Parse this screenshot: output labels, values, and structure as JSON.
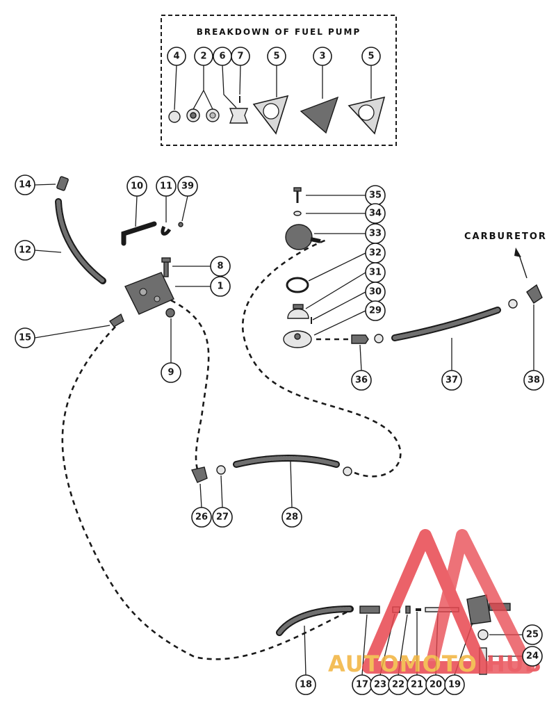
{
  "breakdown_title": "BREAKDOWN OF FUEL PUMP",
  "carburetor_label": "CARBURETOR",
  "watermark": {
    "part1": "AUTOMOTO",
    "part2": "HUB"
  },
  "colors": {
    "watermark_red": "#e8474f",
    "watermark_gold": "#f2b33d",
    "ink": "#1a1a1a"
  },
  "callouts": [
    {
      "id": "c4",
      "label": "4"
    },
    {
      "id": "c2",
      "label": "2"
    },
    {
      "id": "c6",
      "label": "6"
    },
    {
      "id": "c7",
      "label": "7"
    },
    {
      "id": "c5a",
      "label": "5"
    },
    {
      "id": "c3",
      "label": "3"
    },
    {
      "id": "c5b",
      "label": "5"
    },
    {
      "id": "c14",
      "label": "14"
    },
    {
      "id": "c10",
      "label": "10"
    },
    {
      "id": "c11",
      "label": "11"
    },
    {
      "id": "c39",
      "label": "39"
    },
    {
      "id": "c12",
      "label": "12"
    },
    {
      "id": "c8",
      "label": "8"
    },
    {
      "id": "c1",
      "label": "1"
    },
    {
      "id": "c15",
      "label": "15"
    },
    {
      "id": "c9",
      "label": "9"
    },
    {
      "id": "c35",
      "label": "35"
    },
    {
      "id": "c34",
      "label": "34"
    },
    {
      "id": "c33",
      "label": "33"
    },
    {
      "id": "c32",
      "label": "32"
    },
    {
      "id": "c31",
      "label": "31"
    },
    {
      "id": "c30",
      "label": "30"
    },
    {
      "id": "c29",
      "label": "29"
    },
    {
      "id": "c36",
      "label": "36"
    },
    {
      "id": "c37",
      "label": "37"
    },
    {
      "id": "c38",
      "label": "38"
    },
    {
      "id": "c26",
      "label": "26"
    },
    {
      "id": "c27",
      "label": "27"
    },
    {
      "id": "c28",
      "label": "28"
    },
    {
      "id": "c25",
      "label": "25"
    },
    {
      "id": "c24",
      "label": "24"
    },
    {
      "id": "c18",
      "label": "18"
    },
    {
      "id": "c17",
      "label": "17"
    },
    {
      "id": "c23",
      "label": "23"
    },
    {
      "id": "c22",
      "label": "22"
    },
    {
      "id": "c21",
      "label": "21"
    },
    {
      "id": "c20",
      "label": "20"
    },
    {
      "id": "c19",
      "label": "19"
    }
  ]
}
